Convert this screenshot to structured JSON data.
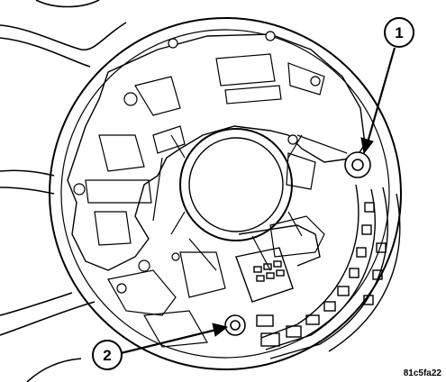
{
  "callouts": [
    {
      "number": "1"
    },
    {
      "number": "2"
    }
  ],
  "figure_id": "81c5fa22",
  "colors": {
    "line": "#000000",
    "background": "#ffffff"
  }
}
